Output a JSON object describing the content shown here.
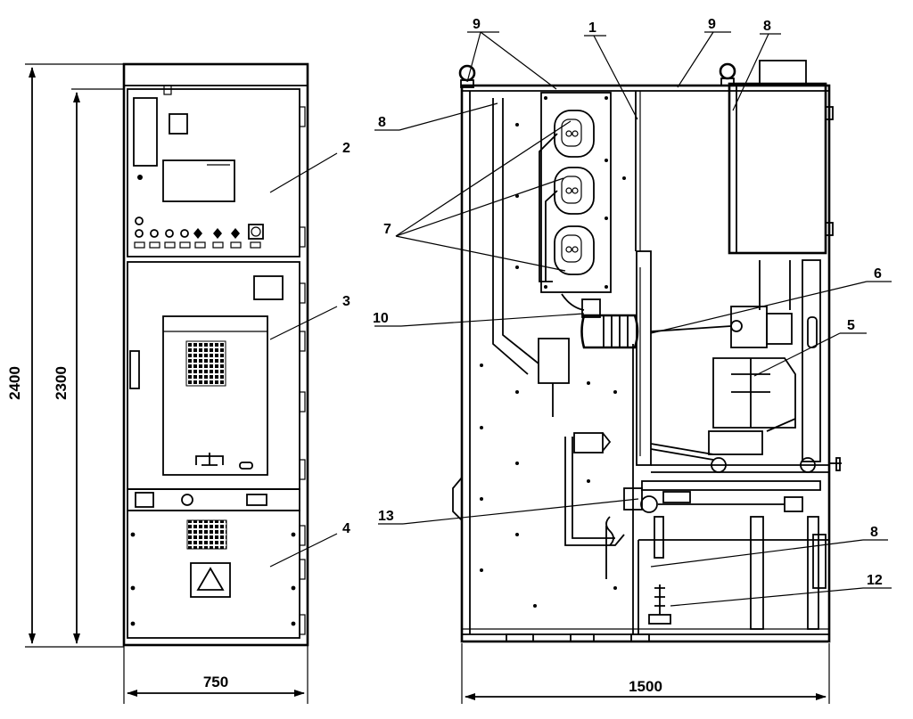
{
  "dimensions": {
    "total_height": "2400",
    "door_height": "2300",
    "front_width": "750",
    "side_width": "1500"
  },
  "callouts": [
    "1",
    "2",
    "3",
    "4",
    "5",
    "6",
    "7",
    "8",
    "9",
    "10",
    "12",
    "13"
  ]
}
